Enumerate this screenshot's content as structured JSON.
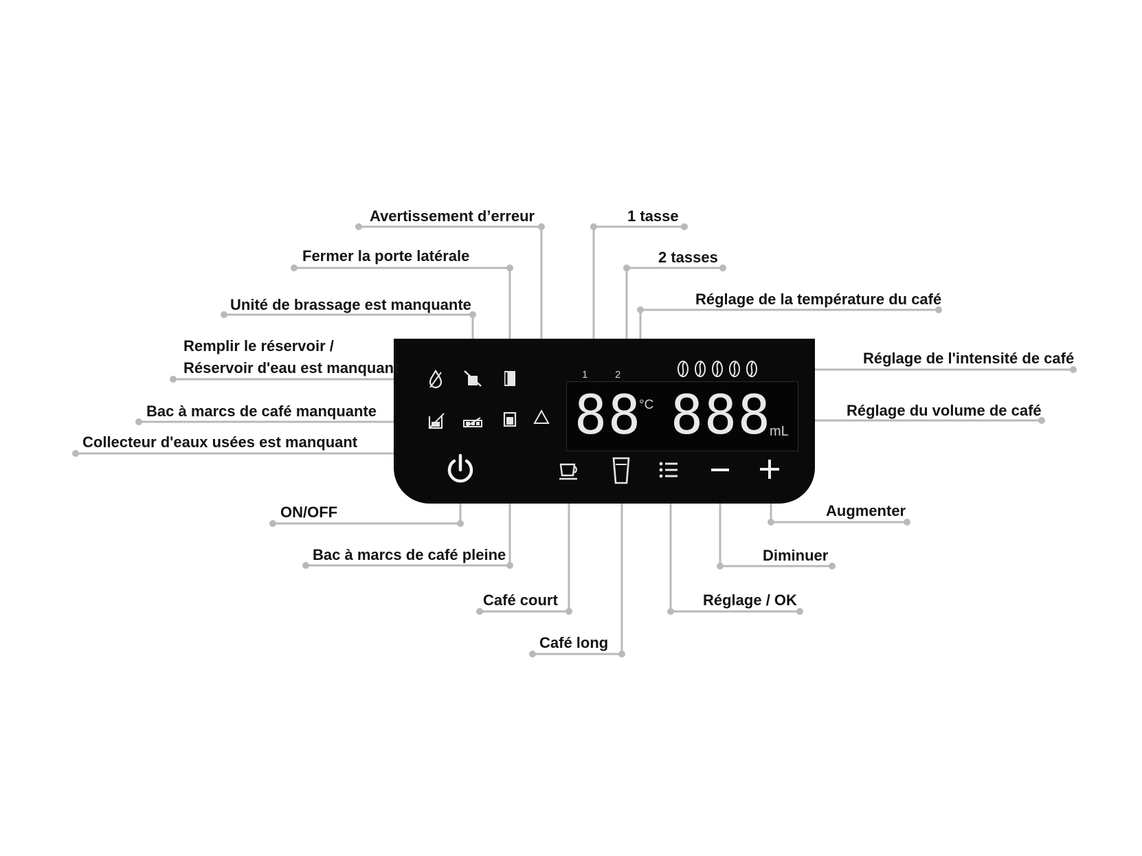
{
  "labels": {
    "avertissement": "Avertissement d’erreur",
    "fermer_porte": "Fermer la porte latérale",
    "unite_brassage": "Unité de brassage est manquante",
    "remplir_1": "Remplir le réservoir /",
    "remplir_2": "Réservoir d'eau est manquant",
    "bac_manquante": "Bac à marcs de café manquante",
    "collecteur": "Collecteur d'eaux usées est manquant",
    "on_off": "ON/OFF",
    "bac_pleine": "Bac à marcs de café pleine",
    "cafe_court": "Café court",
    "cafe_long": "Café long",
    "reglage_ok": "Réglage / OK",
    "diminuer": "Diminuer",
    "augmenter": "Augmenter",
    "une_tasse": "1 tasse",
    "deux_tasses": "2 tasses",
    "temperature": "Réglage de la température du café",
    "intensite": "Réglage de l'intensité de café",
    "volume": "Réglage du volume de café"
  },
  "display": {
    "cup_one": "1",
    "cup_two": "2",
    "temp_digits": "88",
    "temp_unit": "°C",
    "volume_digits": "888",
    "volume_unit": "mL",
    "intensity_levels": 5
  },
  "colors": {
    "panel": "#0a0a0a",
    "leader": "#b9b9b9",
    "icon": "#e6e6e6"
  },
  "icons": [
    "water-drop-icon",
    "brew-unit-icon",
    "side-door-icon",
    "warning-icon",
    "grounds-container-icon",
    "drip-tray-icon",
    "grounds-full-icon",
    "power-icon",
    "small-cup-icon",
    "tall-glass-icon",
    "menu-icon",
    "minus-icon",
    "plus-icon",
    "coffee-bean-icon"
  ]
}
